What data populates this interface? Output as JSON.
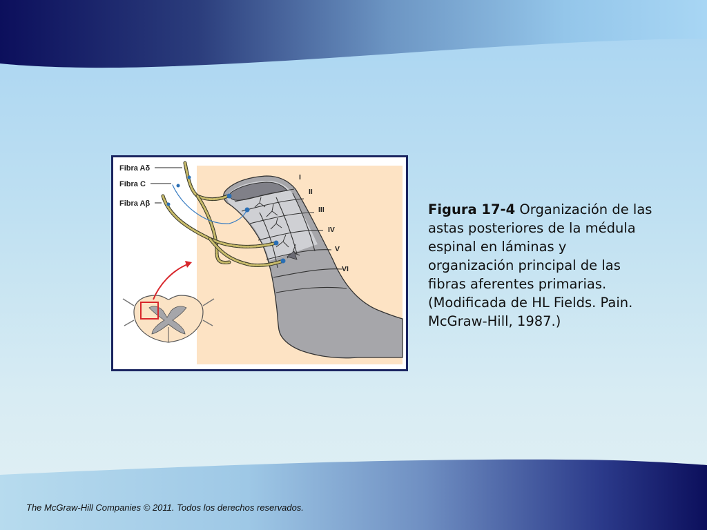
{
  "slide": {
    "caption": {
      "number": "Figura 17-4",
      "text": " Organización de las astas posteriores de la médula espinal en láminas y organización principal de las fibras aferentes primarias. (Modificada de HL Fields. Pain. McGraw-Hill, 1987.)"
    },
    "footer": "The McGraw-Hill Companies © 2011. Todos los derechos reservados."
  },
  "figure": {
    "fiber_labels": [
      "Fibra Aδ",
      "Fibra C",
      "Fibra Aβ"
    ],
    "laminae": [
      "I",
      "II",
      "III",
      "IV",
      "V",
      "VI"
    ]
  },
  "colors": {
    "banner_dark": "#0c0f5c",
    "banner_light": "#9fd2f4",
    "frame_border": "#1a2560",
    "tissue_bg": "#fde3c4",
    "gray_matter": "#a6a6aa",
    "fiber": "#c8bb6a",
    "highlight_box": "#d8262b",
    "synapse": "#2a6fb5"
  }
}
